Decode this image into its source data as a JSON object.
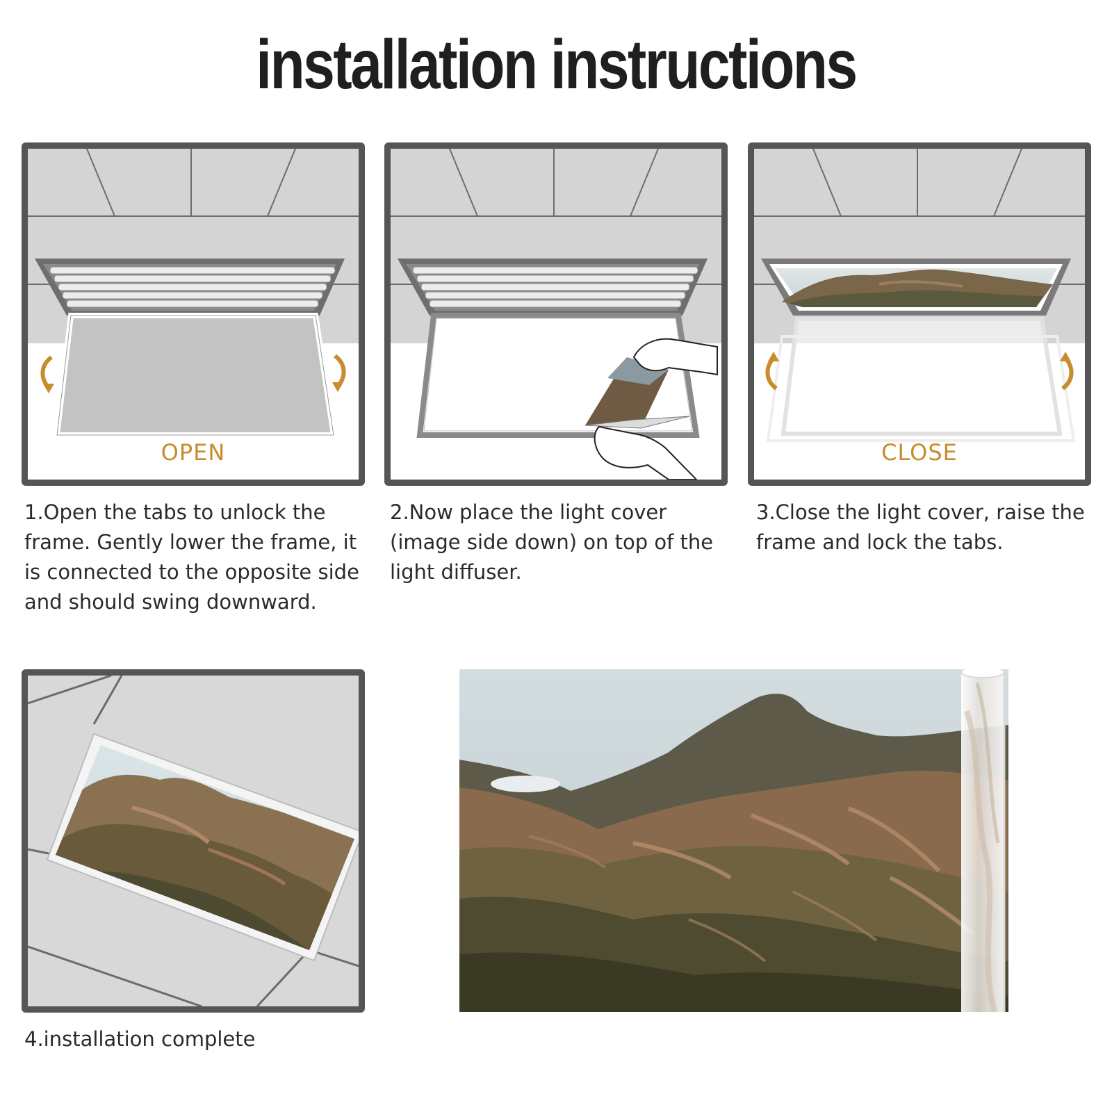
{
  "title": "installation instructions",
  "colors": {
    "accent": "#c98b2c",
    "frame": "#555555",
    "ceiling": "#d4d4d4",
    "text": "#2a2a2a"
  },
  "steps": [
    {
      "label": "OPEN",
      "caption": "1.Open the tabs to unlock the frame. Gently lower the frame, it is connected to the opposite side and should swing downward."
    },
    {
      "label": "",
      "caption": "2.Now place the light cover (image side down) on top of the light diffuser."
    },
    {
      "label": "CLOSE",
      "caption": "3.Close the light cover, raise the frame and lock the tabs."
    },
    {
      "label": "",
      "caption": "4.installation complete"
    }
  ]
}
